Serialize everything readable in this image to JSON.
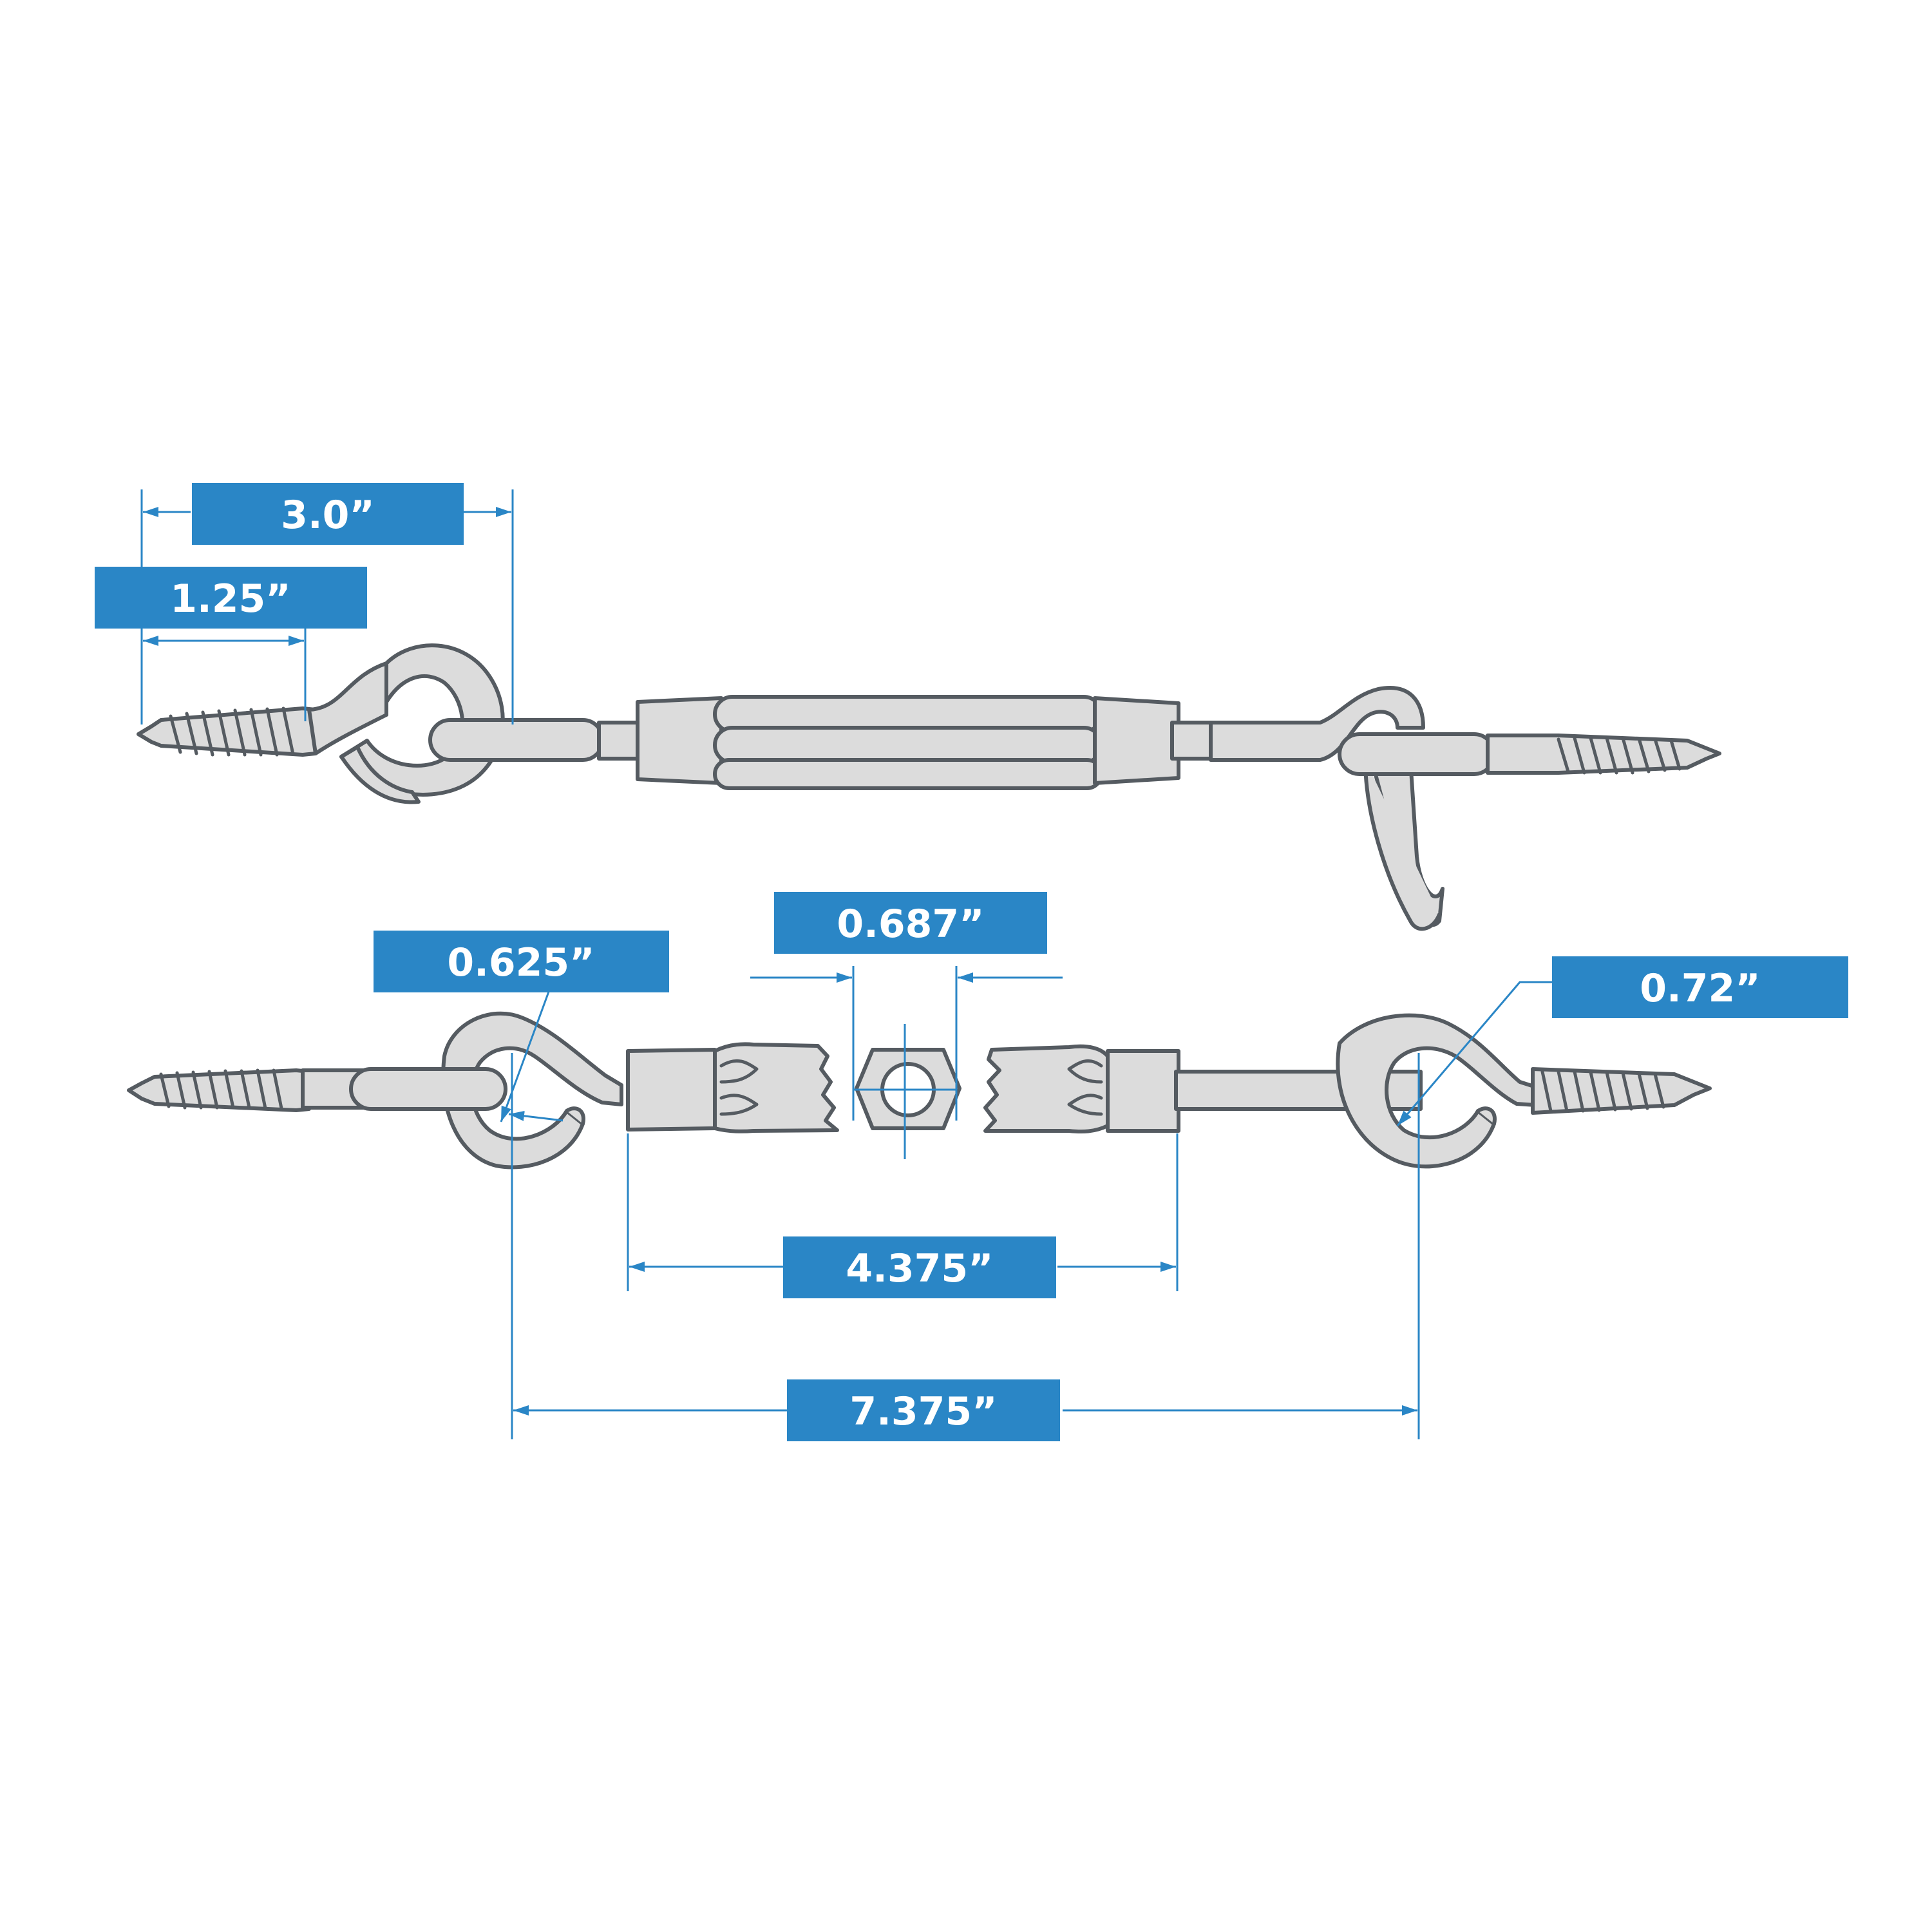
{
  "colors": {
    "accent": "#2a86c6",
    "part_fill": "#dcdcdc",
    "outline": "#555b61"
  },
  "labels": {
    "overall_hook_length": "3.0”",
    "thread_length": "1.25”",
    "eye_inner_left": "0.625”",
    "hex_nut": "0.687”",
    "eye_inner_right": "0.72”",
    "body_length": "4.375”",
    "eye_to_eye_length": "7.375”"
  }
}
